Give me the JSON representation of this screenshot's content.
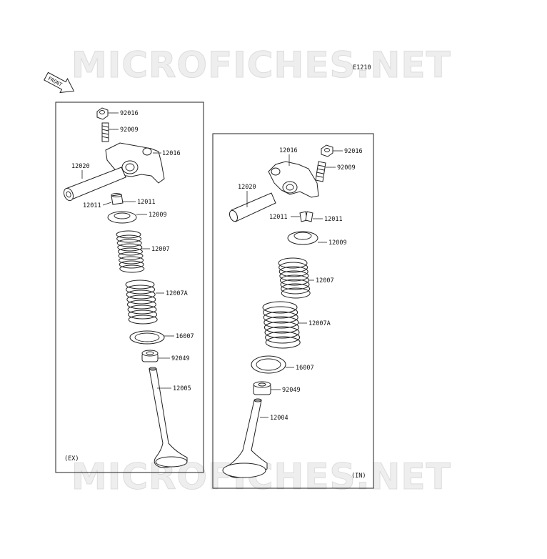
{
  "watermark": {
    "text": "MICROFICHES.NET"
  },
  "diagram_code": "E1210",
  "front_arrow_label": "FRONT",
  "exhaust": {
    "box_label": "(EX)",
    "parts": [
      {
        "number": "92016"
      },
      {
        "number": "92009"
      },
      {
        "number": "12016"
      },
      {
        "number": "12020"
      },
      {
        "number": "12011"
      },
      {
        "number": "12009"
      },
      {
        "number": "12007"
      },
      {
        "number": "12007A"
      },
      {
        "number": "16007"
      },
      {
        "number": "92049"
      },
      {
        "number": "12005"
      }
    ]
  },
  "intake": {
    "box_label": "(IN)",
    "parts": [
      {
        "number": "12016"
      },
      {
        "number": "92016"
      },
      {
        "number": "92009"
      },
      {
        "number": "12020"
      },
      {
        "number": "12011"
      },
      {
        "number": "12011"
      },
      {
        "number": "12009"
      },
      {
        "number": "12007"
      },
      {
        "number": "12007A"
      },
      {
        "number": "16007"
      },
      {
        "number": "92049"
      },
      {
        "number": "12004"
      }
    ]
  }
}
